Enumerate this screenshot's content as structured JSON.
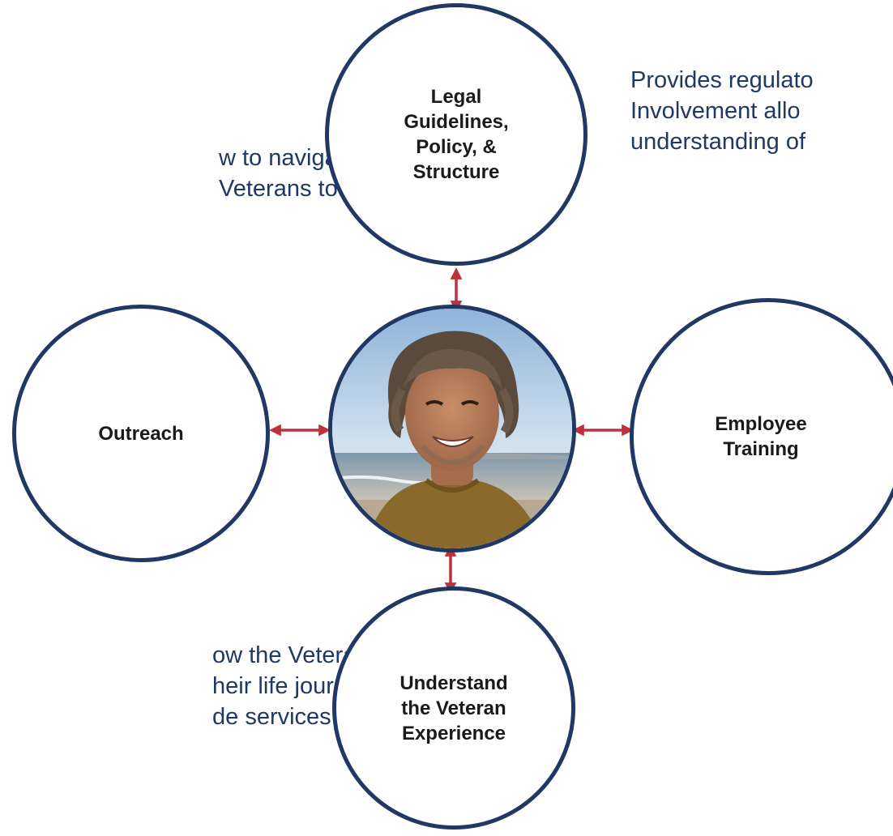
{
  "diagram": {
    "center": {
      "image": "smiling-man-portrait-photo",
      "caption": ""
    },
    "nodes": [
      {
        "id": "legal",
        "label": "Legal\nGuidelines,\nPolicy, &\nStructure"
      },
      {
        "id": "outreach",
        "label": "Outreach"
      },
      {
        "id": "training",
        "label": "Employee\nTraining"
      },
      {
        "id": "experience",
        "label": "Understand\nthe Veteran\nExperience"
      }
    ],
    "connector_style": "double-headed-arrow",
    "colors": {
      "circle_border": "#1f3864",
      "arrow": "#c0303a",
      "side_text": "#1f3864",
      "label_text": "#1a1a1a"
    }
  },
  "side_texts": {
    "top_left": "w to navigate\n Veterans to VA",
    "top_right": "Provides regulato\nInvolvement allo\nunderstanding of",
    "bottom_left": "ow the Veteran\nheir life journey,\nde services"
  }
}
